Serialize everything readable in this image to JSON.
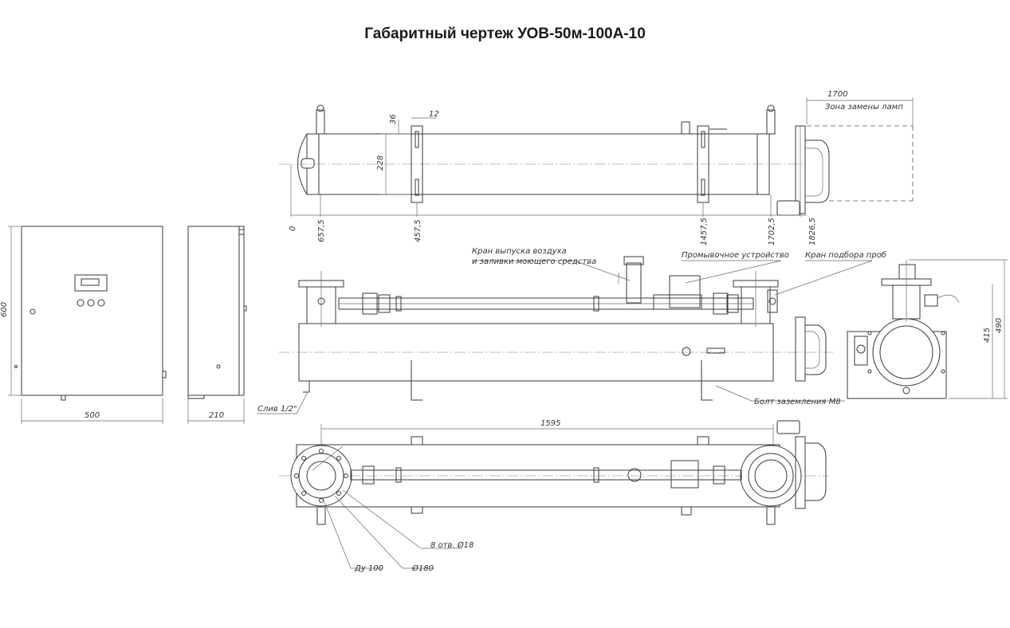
{
  "title": "Габаритный чертеж УОВ-50м-100А-10",
  "dimensions": {
    "lamp_zone_len": "1700",
    "lamp_zone": "Зона замены ламп",
    "d36": "36",
    "d12": "12",
    "d228": "228",
    "x0": "0",
    "x1": "657,5",
    "x2": "457,5",
    "x3": "1457,5",
    "x4": "1702,5",
    "x5": "1826,5",
    "cab_h": "600",
    "cab_w": "500",
    "cab_d": "210",
    "len_1595": "1595",
    "side_415": "415",
    "side_490": "490"
  },
  "labels": {
    "air_valve_1": "Кран выпуска воздуха",
    "air_valve_2": "и заливки моющего средства",
    "flush_device": "Промывочное устройство",
    "sample_valve": "Кран подбора проб",
    "drain": "Слив 1/2\"",
    "ground_bolt": "Болт заземления М8",
    "holes": "8 отв. Ø18",
    "dn": "Ду 100",
    "d180": "Ø180"
  }
}
